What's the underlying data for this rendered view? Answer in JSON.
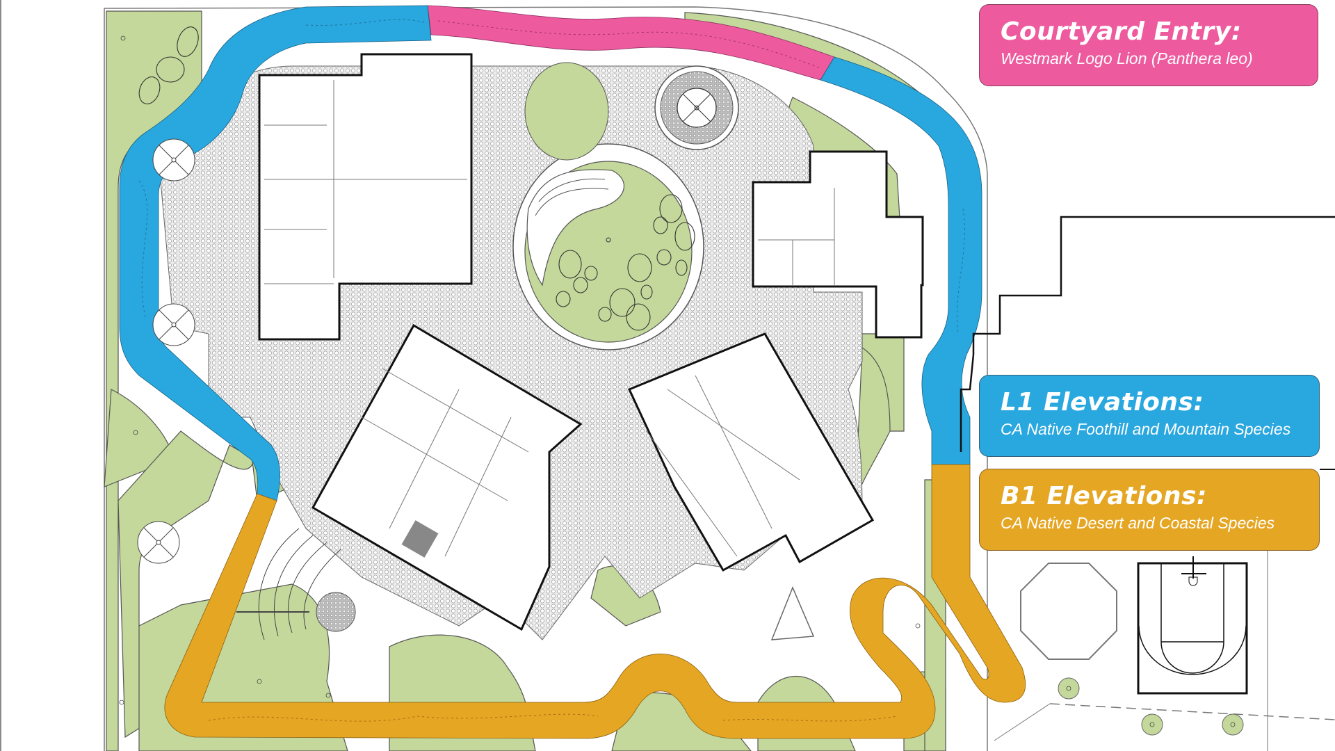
{
  "legend": {
    "courtyard_entry": {
      "title": "Courtyard Entry:",
      "subtitle": "Westmark Logo Lion (Panthera leo)",
      "color": "#EE5A9E"
    },
    "l1_elevations": {
      "title": "L1 Elevations:",
      "subtitle": "CA Native Foothill and Mountain Species",
      "color": "#29A7DF"
    },
    "b1_elevations": {
      "title": "B1 Elevations:",
      "subtitle": "CA Native Desert and Coastal Species",
      "color": "#E5A623"
    }
  },
  "map": {
    "landscape_color": "#C3D89A",
    "paving_color": "#D9D9D9",
    "building_outline_color": "#111111",
    "features": [
      "pink-path-segment",
      "blue-path-segment",
      "orange-path-segment",
      "central-circular-garden",
      "amphitheater-seating",
      "octagon-pad",
      "half-basketball-court",
      "planter-trees"
    ]
  }
}
